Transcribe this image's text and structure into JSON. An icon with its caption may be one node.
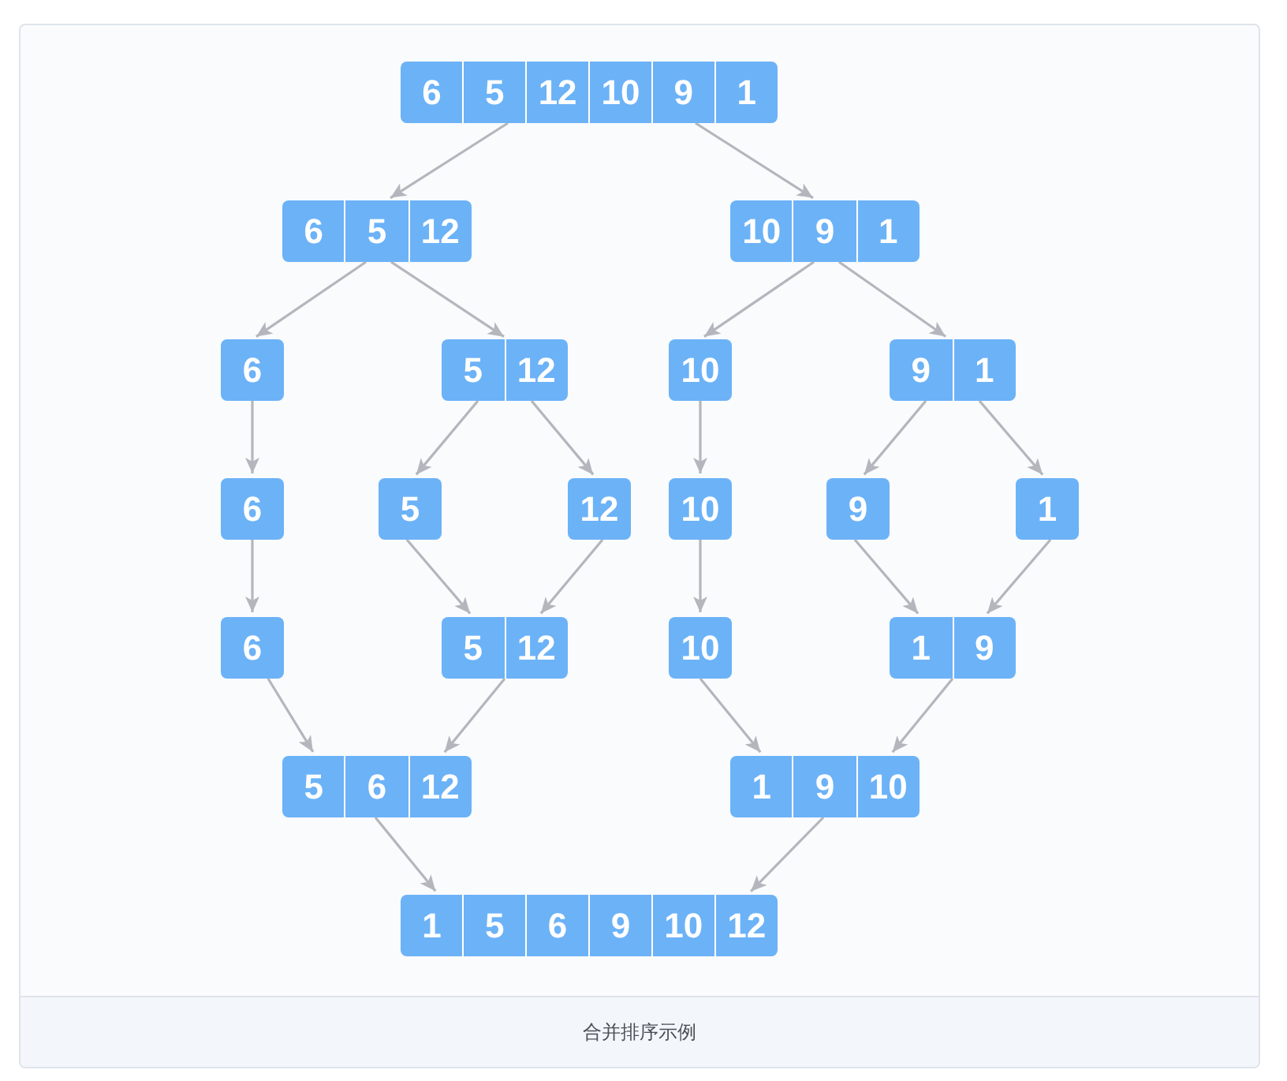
{
  "diagram": {
    "caption": "合并排序示例",
    "nodes": [
      {
        "text": [
          "6",
          "5",
          "12",
          "10",
          "9",
          "1"
        ]
      },
      {
        "text": [
          "6",
          "5",
          "12"
        ]
      },
      {
        "text": [
          "10",
          "9",
          "1"
        ]
      },
      {
        "text": [
          "6"
        ]
      },
      {
        "text": [
          "5",
          "12"
        ]
      },
      {
        "text": [
          "10"
        ]
      },
      {
        "text": [
          "9",
          "1"
        ]
      },
      {
        "text": [
          "6"
        ]
      },
      {
        "text": [
          "5"
        ]
      },
      {
        "text": [
          "12"
        ]
      },
      {
        "text": [
          "10"
        ]
      },
      {
        "text": [
          "9"
        ]
      },
      {
        "text": [
          "1"
        ]
      },
      {
        "text": [
          "6"
        ]
      },
      {
        "text": [
          "5",
          "12"
        ]
      },
      {
        "text": [
          "10"
        ]
      },
      {
        "text": [
          "1",
          "9"
        ]
      },
      {
        "text": [
          "5",
          "6",
          "12"
        ]
      },
      {
        "text": [
          "1",
          "9",
          "10"
        ]
      },
      {
        "text": [
          "1",
          "5",
          "6",
          "9",
          "10",
          "12"
        ]
      }
    ],
    "edges": [
      {
        "from": 0,
        "to": 1,
        "arrow": "to"
      },
      {
        "from": 0,
        "to": 2,
        "arrow": "to"
      },
      {
        "from": 1,
        "to": 3,
        "arrow": "to"
      },
      {
        "from": 1,
        "to": 4,
        "arrow": "to"
      },
      {
        "from": 2,
        "to": 5,
        "arrow": "to"
      },
      {
        "from": 2,
        "to": 6,
        "arrow": "to"
      },
      {
        "from": 3,
        "to": 7,
        "arrow": "to"
      },
      {
        "from": 4,
        "to": 8,
        "arrow": "to"
      },
      {
        "from": 4,
        "to": 9,
        "arrow": "to"
      },
      {
        "from": 5,
        "to": 10,
        "arrow": "to"
      },
      {
        "from": 6,
        "to": 11,
        "arrow": "to"
      },
      {
        "from": 6,
        "to": 12,
        "arrow": "to"
      },
      {
        "from": 7,
        "to": 13,
        "arrow": "to"
      },
      {
        "from": 8,
        "to": 14,
        "arrow": "to"
      },
      {
        "from": 9,
        "to": 14,
        "arrow": "to"
      },
      {
        "from": 10,
        "to": 15,
        "arrow": "to"
      },
      {
        "from": 11,
        "to": 16,
        "arrow": "to"
      },
      {
        "from": 12,
        "to": 16,
        "arrow": "to"
      },
      {
        "from": 13,
        "to": 17,
        "arrow": "to"
      },
      {
        "from": 14,
        "to": 17,
        "arrow": "to"
      },
      {
        "from": 15,
        "to": 18,
        "arrow": "to"
      },
      {
        "from": 16,
        "to": 18,
        "arrow": "to"
      },
      {
        "from": 17,
        "to": 19,
        "arrow": "to"
      },
      {
        "from": 18,
        "to": 19,
        "arrow": "to"
      }
    ]
  }
}
